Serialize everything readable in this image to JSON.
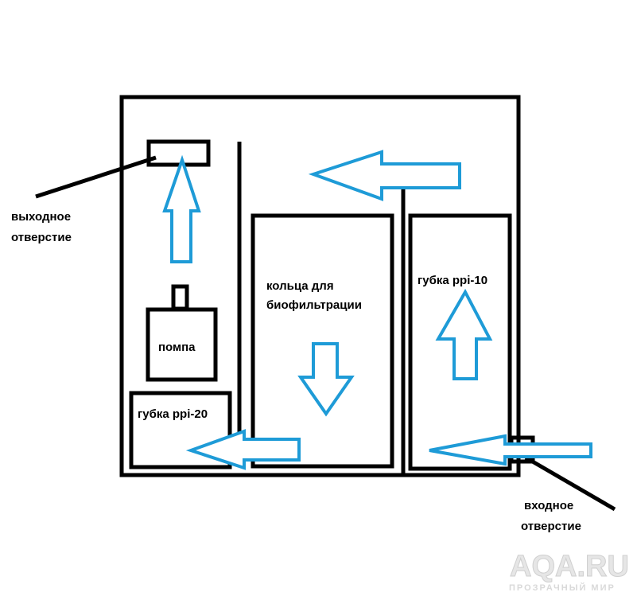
{
  "labels": {
    "outlet": [
      "выходное",
      "отверстие"
    ],
    "inlet": [
      "входное",
      "отверстие"
    ],
    "pump": "помпа",
    "rings": [
      "кольца для",
      "биофильтрации"
    ],
    "sponge_coarse": "губка ppi-10",
    "sponge_fine": "губка ppi-20"
  },
  "watermark": {
    "main": "AQA.RU",
    "sub": "ПРОЗРАЧНЫЙ МИР"
  },
  "colors": {
    "outline": "#000000",
    "flow_arrow": "#1e9bd7",
    "background": "#ffffff"
  }
}
